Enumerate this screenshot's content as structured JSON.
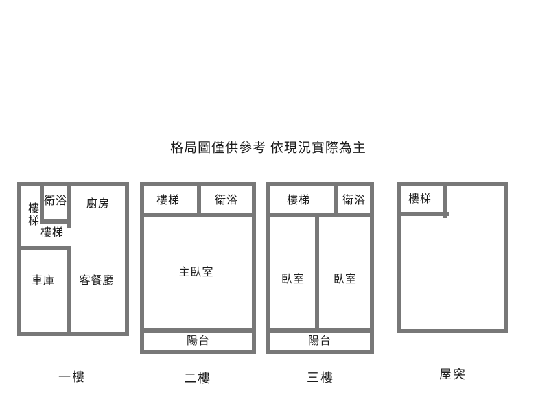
{
  "title": "格局圖僅供參考 依現況實際為主",
  "colors": {
    "wall": "#787878",
    "text": "#1c1c1c",
    "background": "#ffffff"
  },
  "floors": [
    {
      "name": "一樓",
      "rooms": {
        "stairs_side": "樓梯",
        "bath": "衛浴",
        "kitchen": "廚房",
        "stairs_landing": "樓梯",
        "garage": "車庫",
        "living_dining": "客餐廳"
      }
    },
    {
      "name": "二樓",
      "rooms": {
        "stairs": "樓梯",
        "bath": "衛浴",
        "master_bedroom": "主臥室",
        "balcony": "陽台"
      }
    },
    {
      "name": "三樓",
      "rooms": {
        "stairs": "樓梯",
        "bath": "衛浴",
        "bedroom_left": "臥室",
        "bedroom_right": "臥室",
        "balcony": "陽台"
      }
    },
    {
      "name": "屋突",
      "rooms": {
        "stairs": "樓梯"
      }
    }
  ]
}
